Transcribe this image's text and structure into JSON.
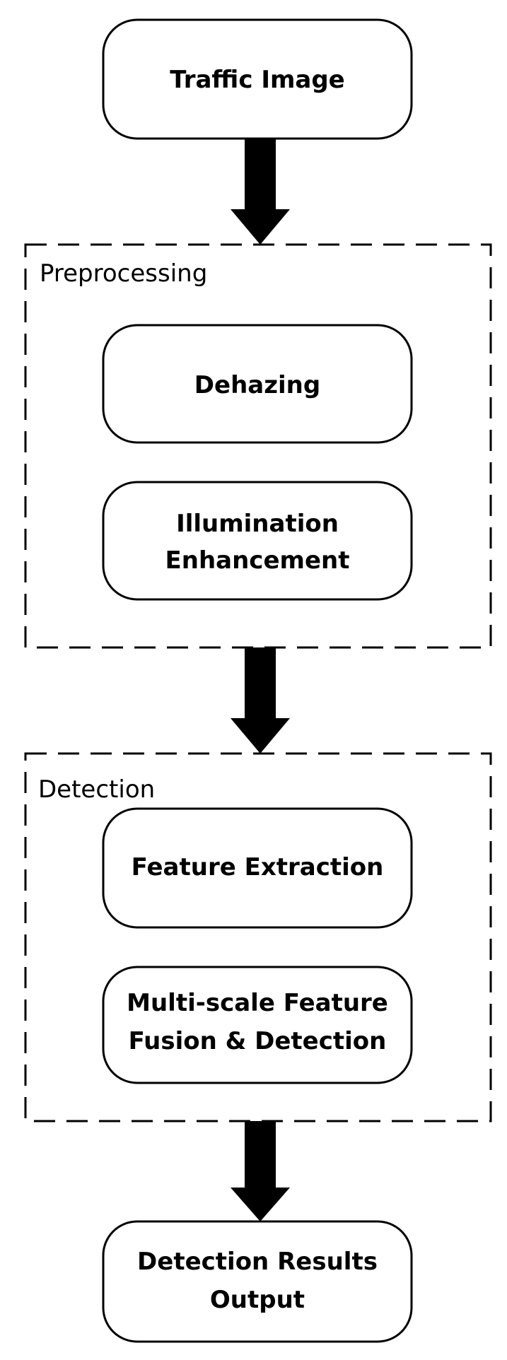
{
  "nodes": {
    "traffic_image": "Traffic Image",
    "dehazing": "Dehazing",
    "illumination": [
      "Illumination",
      "Enhancement"
    ],
    "feature_extraction": "Feature Extraction",
    "multiscale": [
      "Multi-scale Feature",
      "Fusion & Detection"
    ],
    "results": [
      "Detection Results",
      "Output"
    ]
  },
  "groups": {
    "preprocessing": "Preprocessing",
    "detection": "Detection"
  },
  "edges": [
    {
      "from": "traffic_image",
      "to": "preprocessing"
    },
    {
      "from": "preprocessing",
      "to": "detection"
    },
    {
      "from": "detection",
      "to": "results"
    }
  ]
}
